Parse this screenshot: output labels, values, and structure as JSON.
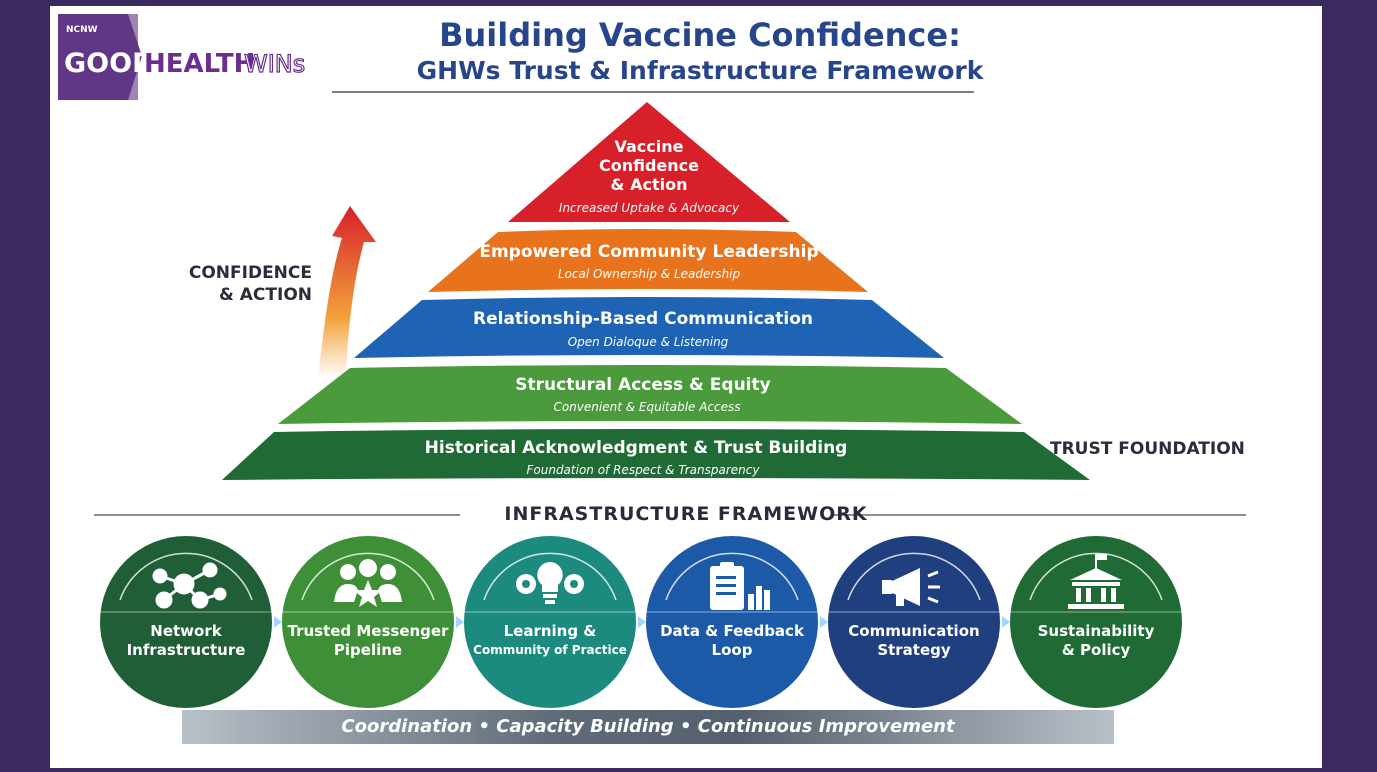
{
  "logo": {
    "top_text": "NCNW",
    "word1": "GOOD",
    "word2": "HEALTH",
    "word3": "WINs"
  },
  "title": {
    "line1": "Building Vaccine Confidence:",
    "line2": "GHWs Trust & Infrastructure Framework"
  },
  "pyramid": {
    "levels": [
      {
        "title": "Vaccine",
        "title2": "Confidence",
        "title3": "& Action",
        "subtitle": "Increased Uptake & Advocacy",
        "color": "#d7202a"
      },
      {
        "title": "Empowered Community Leadership",
        "subtitle": "Local Ownership & Leadership",
        "color": "#e8731c"
      },
      {
        "title": "Relationship-Based Communication",
        "subtitle": "Open Dialoque & Listening",
        "color": "#1f63b4"
      },
      {
        "title": "Structural Access & Equity",
        "subtitle": "Convenient & Equitable Access",
        "color": "#4b9a3c"
      },
      {
        "title": "Historical Acknowledgment & Trust Building",
        "subtitle": "Foundation of Respect & Transparency",
        "color": "#1f6a35"
      }
    ],
    "arrow_label_line1": "CONFIDENCE",
    "arrow_label_line2": "& ACTION",
    "foundation_label": "TRUST FOUNDATION"
  },
  "infrastructure": {
    "heading": "INFRASTRUCTURE FRAMEWORK",
    "items": [
      {
        "line1": "Network",
        "line2": "Infrastructure",
        "icon": "network-icon",
        "color": "#1f5e36"
      },
      {
        "line1": "Trusted Messenger",
        "line2": "Pipeline",
        "icon": "people-star-icon",
        "color": "#3f8f38"
      },
      {
        "line1": "Learning &",
        "line2": "Community of Practice",
        "icon": "lightbulb-gears-icon",
        "color": "#1d8a80"
      },
      {
        "line1": "Data & Feedback",
        "line2": "Loop",
        "icon": "clipboard-chart-icon",
        "color": "#1c5aa8"
      },
      {
        "line1": "Communication",
        "line2": "Strategy",
        "icon": "megaphone-icon",
        "color": "#1f3f7e"
      },
      {
        "line1": "Sustainability",
        "line2": "& Policy",
        "icon": "government-building-icon",
        "color": "#1f6a35"
      }
    ],
    "footer": "Coordination  •  Capacity Building  •  Continuous Improvement"
  }
}
